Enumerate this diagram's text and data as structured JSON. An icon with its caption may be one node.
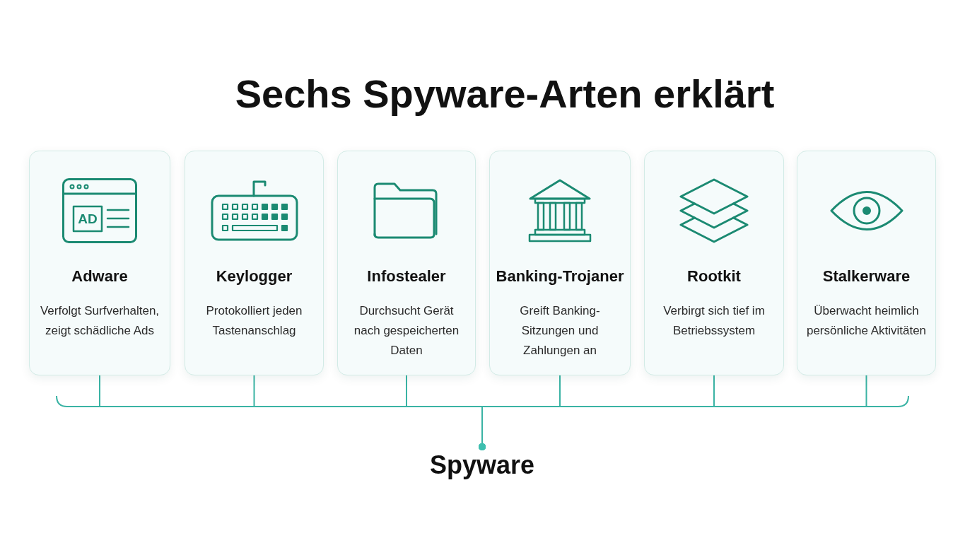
{
  "diagram": {
    "title": "Sechs Spyware-Arten erklärt",
    "nodes": [
      {
        "text": [
          "Adware",
          "Verfolgt Surfverhalten, zeigt schädliche Ads"
        ]
      },
      {
        "text": [
          "Keylogger",
          "Protokolliert jeden Tastenanschlag"
        ]
      },
      {
        "text": [
          "Infostealer",
          "Durchsucht Gerät nach gespeicherten Daten"
        ]
      },
      {
        "text": [
          "Banking-Trojaner",
          "Greift Banking-Sitzungen und Zahlungen an"
        ]
      },
      {
        "text": [
          "Rootkit",
          "Verbirgt sich tief im Betriebssystem"
        ]
      },
      {
        "text": [
          "Stalkerware",
          "Überwacht heimlich persönliche Aktivitäten"
        ]
      },
      {
        "text": [
          "Spyware"
        ]
      }
    ],
    "edges": [
      {
        "from": 0,
        "to": 6,
        "arrow": "other"
      },
      {
        "from": 1,
        "to": 6,
        "arrow": "other"
      },
      {
        "from": 2,
        "to": 6,
        "arrow": "other"
      },
      {
        "from": 3,
        "to": 6,
        "arrow": "other"
      },
      {
        "from": 4,
        "to": 6,
        "arrow": "other"
      },
      {
        "from": 5,
        "to": 6,
        "arrow": "other"
      }
    ],
    "labels": [
      "AD"
    ]
  }
}
